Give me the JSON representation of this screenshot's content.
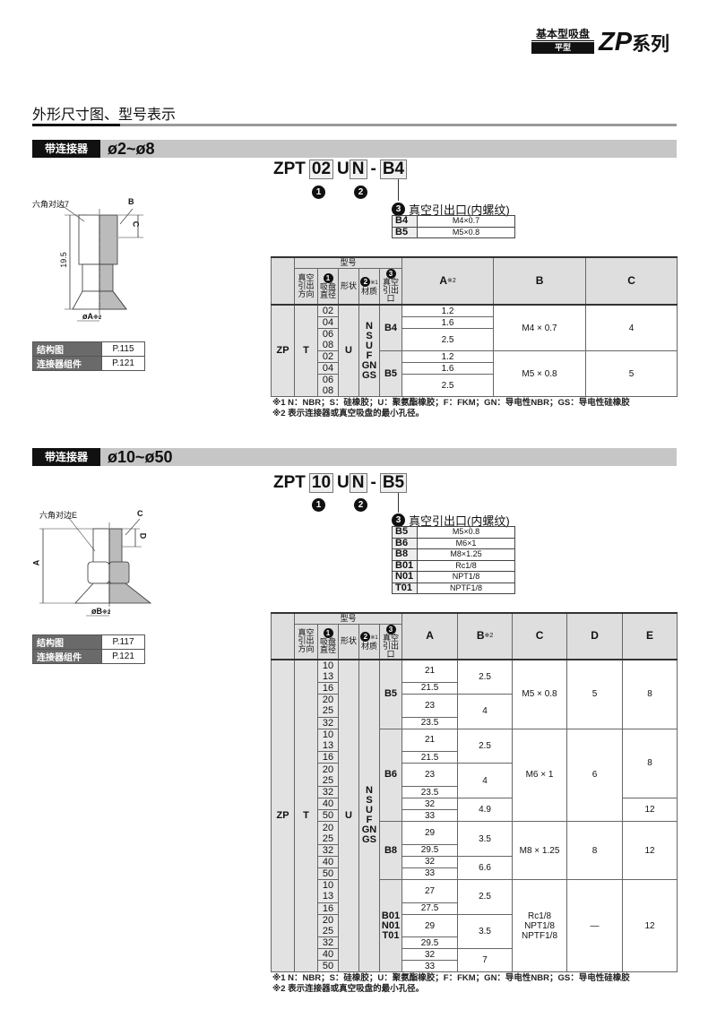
{
  "header": {
    "category": "基本型吸盘",
    "subtype": "平型",
    "series_prefix": "ZP",
    "series_suffix": "系列"
  },
  "section_title": "外形尺寸图、型号表示",
  "table_labels": {
    "model": "型号",
    "direction": "真空\n引出\n方向",
    "diameter": "吸盘\n直径",
    "shape": "形状",
    "material": "材质",
    "port": "真空\n引出口",
    "note1": "※1",
    "marker1": "1",
    "marker2": "2",
    "marker3": "3"
  },
  "sections": [
    {
      "band_label": "带连接器",
      "band_range": "ø2~ø8",
      "model_code": {
        "prefix": "ZPT",
        "size": "02",
        "shape": "U",
        "material": "N",
        "dash": "-",
        "port": "B4"
      },
      "markers": [
        "1",
        "2",
        "3"
      ],
      "port_title": "真空引出口(内螺纹)",
      "port_options": [
        {
          "code": "B4",
          "thread": "M4×0.7"
        },
        {
          "code": "B5",
          "thread": "M5×0.8"
        }
      ],
      "drawing": {
        "hex": "六角对边7",
        "b": "B",
        "c": "C",
        "height": "19.5",
        "dia": "øA",
        "dia_note": "※2"
      },
      "refs": [
        {
          "label": "结构图",
          "page": "P.115"
        },
        {
          "label": "连接器组件",
          "page": "P.121"
        }
      ],
      "table": {
        "row_label": "ZP",
        "direction": "T",
        "shape": "U",
        "material": "N\nS\nU\nF\nGN\nGS",
        "dims": [
          {
            "label": "A",
            "note": "※2"
          },
          {
            "label": "B",
            "note": ""
          },
          {
            "label": "C",
            "note": ""
          }
        ],
        "groups": [
          {
            "port": "B4",
            "B": "M4 × 0.7",
            "C": "4",
            "rows": [
              {
                "size": "02",
                "A": "1.2"
              },
              {
                "size": "04",
                "A": "1.6"
              },
              {
                "size": "06\n08",
                "A": "2.5"
              }
            ]
          },
          {
            "port": "B5",
            "B": "M5 × 0.8",
            "C": "5",
            "rows": [
              {
                "size": "02",
                "A": "1.2"
              },
              {
                "size": "04",
                "A": "1.6"
              },
              {
                "size": "06\n08",
                "A": "2.5"
              }
            ]
          }
        ]
      },
      "notes": [
        "※1 N：NBR；S：硅橡胶；U：聚氨酯橡胶；F：FKM；GN：导电性NBR；GS：导电性硅橡胶",
        "※2 表示连接器或真空吸盘的最小孔径。"
      ]
    },
    {
      "band_label": "带连接器",
      "band_range": "ø10~ø50",
      "model_code": {
        "prefix": "ZPT",
        "size": "10",
        "shape": "U",
        "material": "N",
        "dash": "-",
        "port": "B5"
      },
      "markers": [
        "1",
        "2",
        "3"
      ],
      "port_title": "真空引出口(内螺纹)",
      "port_options": [
        {
          "code": "B5",
          "thread": "M5×0.8"
        },
        {
          "code": "B6",
          "thread": "M6×1"
        },
        {
          "code": "B8",
          "thread": "M8×1.25"
        },
        {
          "code": "B01",
          "thread": "Rc1/8"
        },
        {
          "code": "N01",
          "thread": "NPT1/8"
        },
        {
          "code": "T01",
          "thread": "NPTF1/8"
        }
      ],
      "drawing": {
        "hex": "六角对边E",
        "c": "C",
        "d": "D",
        "height": "A",
        "dia": "øB",
        "dia_note": "※2"
      },
      "refs": [
        {
          "label": "结构图",
          "page": "P.117"
        },
        {
          "label": "连接器组件",
          "page": "P.121"
        }
      ],
      "table": {
        "row_label": "ZP",
        "direction": "T",
        "shape": "U",
        "material": "N\nS\nU\nF\nGN\nGS",
        "dims": [
          {
            "label": "A",
            "note": ""
          },
          {
            "label": "B",
            "note": "※2"
          },
          {
            "label": "C",
            "note": ""
          },
          {
            "label": "D",
            "note": ""
          },
          {
            "label": "E",
            "note": ""
          }
        ],
        "groups": [
          {
            "port": "B5",
            "C": "M5 × 0.8",
            "D": "5",
            "rows": [
              {
                "size": "10\n13",
                "A": "21",
                "B": "2.5",
                "E": "8"
              },
              {
                "size": "16",
                "A": "21.5"
              },
              {
                "size": "20\n25",
                "A": "23",
                "B": "4"
              },
              {
                "size": "32",
                "A": "23.5"
              }
            ]
          },
          {
            "port": "B6",
            "C": "M6 × 1",
            "D": "6",
            "rows": [
              {
                "size": "10\n13",
                "A": "21",
                "B": "2.5",
                "E": "8"
              },
              {
                "size": "16",
                "A": "21.5"
              },
              {
                "size": "20\n25",
                "A": "23",
                "B": "4"
              },
              {
                "size": "32",
                "A": "23.5"
              },
              {
                "size": "40",
                "A": "32",
                "B": "4.9",
                "E": "12"
              },
              {
                "size": "50",
                "A": "33"
              }
            ]
          },
          {
            "port": "B8",
            "C": "M8 × 1.25",
            "D": "8",
            "rows": [
              {
                "size": "20\n25",
                "A": "29",
                "B": "3.5",
                "E": "12"
              },
              {
                "size": "32",
                "A": "29.5"
              },
              {
                "size": "40",
                "A": "32",
                "B": "6.6"
              },
              {
                "size": "50",
                "A": "33"
              }
            ]
          },
          {
            "port": "B01\nN01\nT01",
            "C": "Rc1/8\nNPT1/8\nNPTF1/8",
            "D": "—",
            "rows": [
              {
                "size": "10\n13",
                "A": "27",
                "B": "2.5",
                "E": "12"
              },
              {
                "size": "16",
                "A": "27.5"
              },
              {
                "size": "20\n25",
                "A": "29",
                "B": "3.5"
              },
              {
                "size": "32",
                "A": "29.5"
              },
              {
                "size": "40",
                "A": "32",
                "B": "7"
              },
              {
                "size": "50",
                "A": "33"
              }
            ]
          }
        ]
      },
      "notes": [
        "※1 N：NBR；S：硅橡胶；U：聚氨酯橡胶；F：FKM；GN：导电性NBR；GS：导电性硅橡胶",
        "※2 表示连接器或真空吸盘的最小孔径。"
      ]
    }
  ]
}
